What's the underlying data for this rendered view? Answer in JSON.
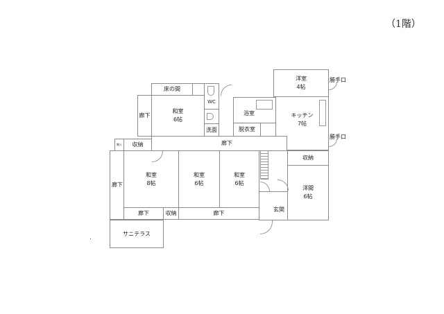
{
  "floor_label": "（1階）",
  "rooms": {
    "tokonoma": "床の間",
    "wc": "WC",
    "washroom": "洗面",
    "corridor_left_upper": "廊下",
    "washitsu_upper": "和室\n6帖",
    "yokushitsu": "浴室",
    "datsuishitsu": "脱衣室",
    "youshitsu_4": "洋室\n4帖",
    "kitchen": "キッチン\n7帖",
    "small_closet": "物入",
    "shuno_left": "収納",
    "corridor_middle": "廊下",
    "shuno_right": "収納",
    "corridor_left": "廊下",
    "washitsu_8": "和室\n8帖",
    "washitsu_6a": "和室\n6帖",
    "washitsu_6b": "和室\n6帖",
    "youma_6": "洋間\n6帖",
    "corridor_bottom_left": "廊下",
    "shuno_bottom": "収納",
    "corridor_bottom_right": "廊下",
    "genkan": "玄関",
    "sunny_terrace": "サニテラス"
  },
  "exterior_labels": {
    "katteguchi_1": "勝手口",
    "katteguchi_2": "勝手口"
  }
}
